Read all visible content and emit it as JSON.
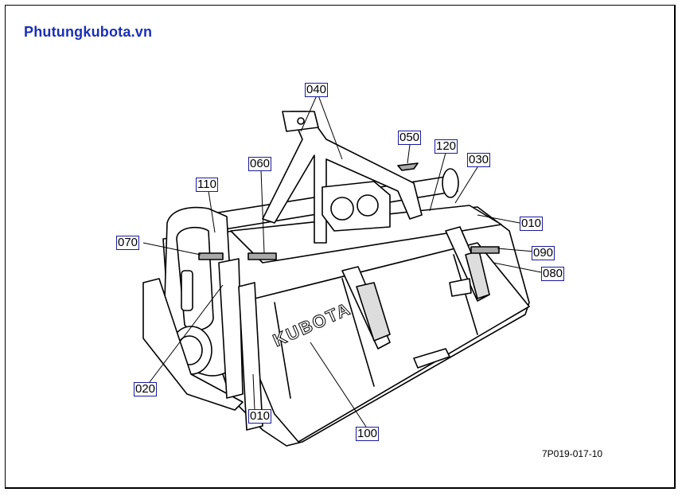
{
  "header": {
    "site_title": "Phutungkubota.vn"
  },
  "diagram": {
    "brand_text": "KUBOTA",
    "reference_code": "7P019-017-10",
    "callouts": [
      "040",
      "050",
      "120",
      "030",
      "060",
      "110",
      "010",
      "070",
      "090",
      "080",
      "020",
      "010",
      "100"
    ]
  },
  "colors": {
    "title": "#1a2fb8",
    "callout_border": "#1a1aa0",
    "line": "#000000"
  }
}
